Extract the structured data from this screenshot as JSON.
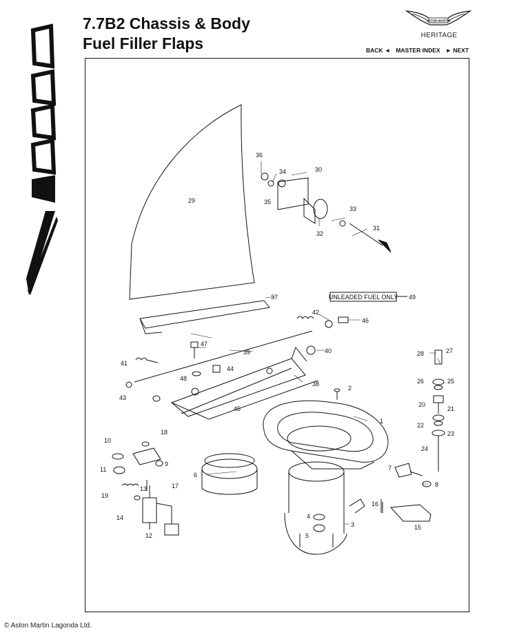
{
  "header": {
    "title_line1": "7.7B2 Chassis & Body",
    "title_line2": "Fuel Filler Flaps",
    "brand_sublabel": "HERITAGE",
    "brand_name": "ASTON MARTIN",
    "side_logo": "Virage"
  },
  "nav": {
    "back": "BACK ◄",
    "master_index": "MASTER INDEX",
    "next": "► NEXT"
  },
  "diagram": {
    "label_plate": "UNLEADED FUEL ONLY",
    "callouts": [
      "1",
      "2",
      "3",
      "4",
      "5",
      "6",
      "7",
      "8",
      "9",
      "10",
      "11",
      "12",
      "13",
      "14",
      "15",
      "16",
      "17",
      "18",
      "19",
      "20",
      "21",
      "22",
      "23",
      "24",
      "25",
      "26",
      "27",
      "28",
      "29",
      "30",
      "31",
      "32",
      "33",
      "34",
      "35",
      "36",
      "37",
      "38",
      "39",
      "40",
      "41",
      "42",
      "43",
      "44",
      "45",
      "46",
      "47",
      "48",
      "49"
    ]
  },
  "footer": {
    "copyright": "© Aston Martin Lagonda Ltd."
  },
  "colors": {
    "ink": "#111111",
    "paper": "#ffffff"
  }
}
